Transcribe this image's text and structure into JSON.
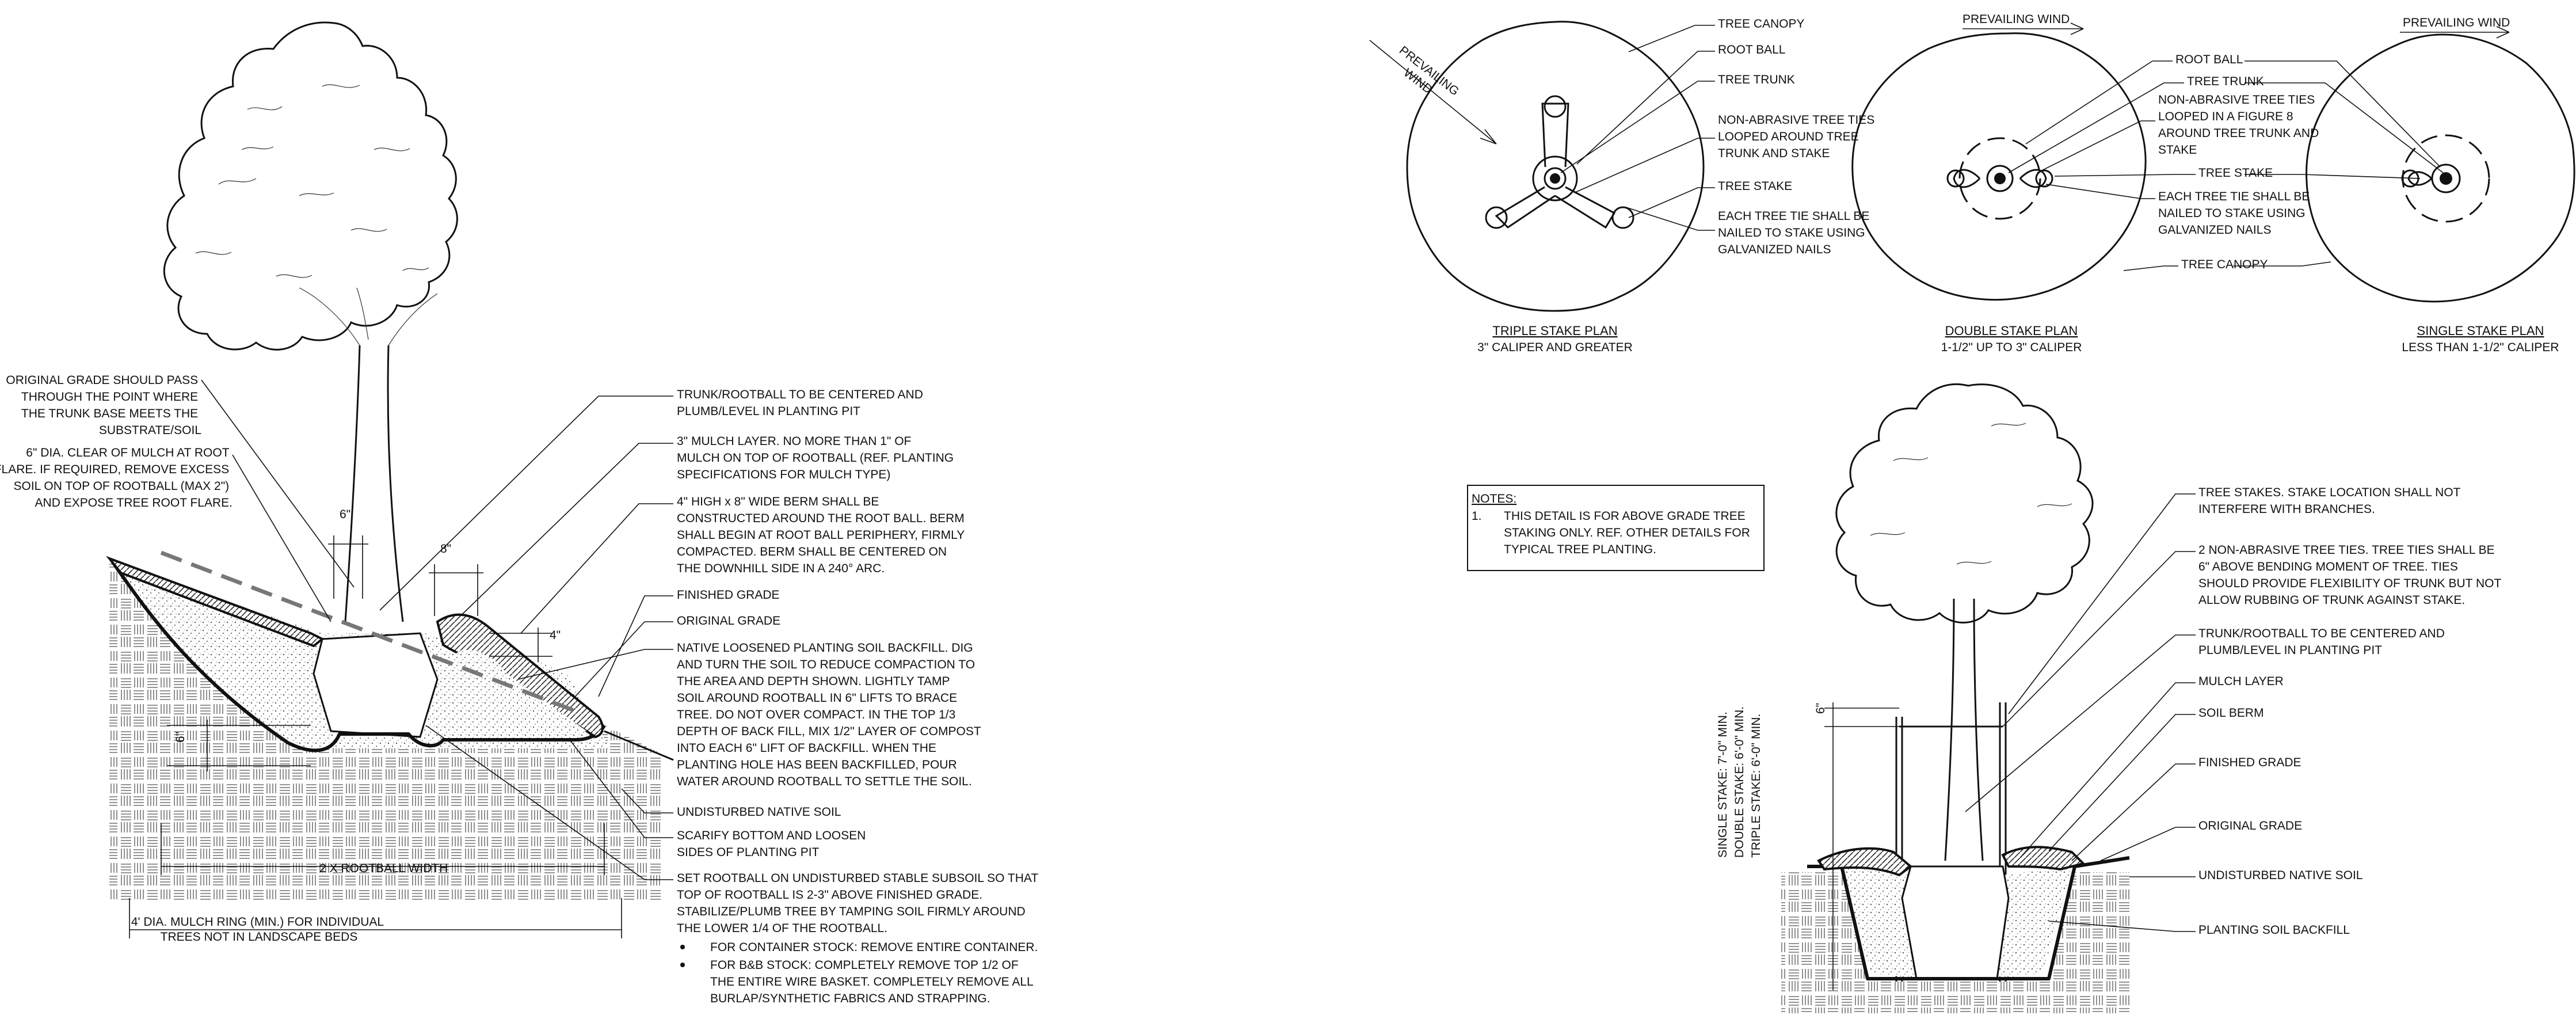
{
  "left_detail": {
    "labels": {
      "orig_grade": [
        "ORIGINAL GRADE SHOULD PASS",
        "THROUGH THE POINT  WHERE",
        "THE TRUNK BASE MEETS THE",
        "SUBSTRATE/SOIL"
      ],
      "mulch_clear": [
        "6\" DIA. CLEAR OF MULCH AT ROOT",
        "FLARE. IF REQUIRED, REMOVE EXCESS",
        "SOIL ON TOP OF ROOTBALL (MAX 2\")",
        "AND EXPOSE TREE ROOT FLARE."
      ],
      "trunk_center": [
        "TRUNK/ROOTBALL TO BE CENTERED AND",
        "PLUMB/LEVEL IN PLANTING PIT"
      ],
      "mulch_layer": [
        "3\" MULCH LAYER. NO MORE THAN 1\" OF",
        "MULCH ON TOP OF ROOTBALL (REF. PLANTING",
        "SPECIFICATIONS FOR MULCH TYPE)"
      ],
      "berm": [
        "4\" HIGH x 8\" WIDE BERM SHALL BE",
        "CONSTRUCTED AROUND THE ROOT BALL. BERM",
        "SHALL BEGIN AT ROOT BALL PERIPHERY, FIRMLY",
        "COMPACTED. BERM SHALL BE CENTERED ON",
        "THE DOWNHILL SIDE IN A 240° ARC."
      ],
      "finished_grade": [
        "FINISHED GRADE"
      ],
      "original_grade": [
        "ORIGINAL GRADE"
      ],
      "backfill": [
        "NATIVE LOOSENED PLANTING SOIL BACKFILL. DIG",
        "AND TURN THE SOIL TO REDUCE COMPACTION TO",
        "THE AREA AND DEPTH SHOWN. LIGHTLY TAMP",
        "SOIL AROUND ROOTBALL IN 6\" LIFTS TO BRACE",
        "TREE. DO NOT OVER COMPACT. IN THE TOP 1/3",
        "DEPTH OF BACK FILL, MIX 1/2\" LAYER OF COMPOST",
        "INTO EACH 6\" LIFT OF BACKFILL. WHEN THE",
        "PLANTING HOLE HAS BEEN BACKFILLED, POUR",
        "WATER AROUND ROOTBALL TO SETTLE THE SOIL."
      ],
      "undisturbed": [
        "UNDISTURBED NATIVE SOIL"
      ],
      "scarify": [
        "SCARIFY BOTTOM AND LOOSEN",
        "SIDES OF PLANTING PIT"
      ],
      "set_rootball": [
        "SET ROOTBALL ON UNDISTURBED STABLE SUBSOIL SO THAT",
        "TOP OF ROOTBALL IS 2-3\" ABOVE FINISHED GRADE.",
        "STABILIZE/PLUMB TREE BY TAMPING SOIL FIRMLY AROUND",
        "THE LOWER 1/4 OF THE ROOTBALL."
      ],
      "bullet1": [
        "FOR CONTAINER STOCK: REMOVE ENTIRE CONTAINER."
      ],
      "bullet2": [
        "FOR B&B STOCK: COMPLETELY REMOVE TOP 1/2 OF",
        "THE ENTIRE WIRE BASKET. COMPLETELY REMOVE ALL",
        "BURLAP/SYNTHETIC FABRICS AND STRAPPING."
      ],
      "rootball_width": "2 X ROOTBALL WIDTH",
      "mulch_ring": [
        "4' DIA. MULCH RING (MIN.) FOR INDIVIDUAL",
        "TREES NOT IN LANDSCAPE BEDS"
      ],
      "dim_6a": "6\"",
      "dim_8": "8\"",
      "dim_4": "4\"",
      "dim_6b": "6\""
    }
  },
  "plans": {
    "prevailing_wind_1": [
      "PREVAILING",
      "WIND"
    ],
    "prevailing_wind_2": "PREVAILING WIND",
    "prevailing_wind_3": "PREVAILING WIND",
    "triple_labels": {
      "canopy": "TREE CANOPY",
      "root_ball": "ROOT BALL",
      "trunk": "TREE TRUNK",
      "ties": [
        "NON-ABRASIVE TREE TIES",
        "LOOPED  AROUND TREE",
        "TRUNK AND STAKE"
      ],
      "stake": "TREE STAKE",
      "nailed": [
        "EACH TREE TIE SHALL BE",
        "NAILED TO STAKE USING",
        "GALVANIZED NAILS"
      ]
    },
    "double_labels": {
      "root_ball": "ROOT BALL",
      "trunk": "TREE TRUNK",
      "ties": [
        "NON-ABRASIVE TREE TIES",
        "LOOPED IN A FIGURE 8",
        "AROUND TREE TRUNK AND",
        "STAKE"
      ],
      "stake": "TREE STAKE",
      "nailed": [
        "EACH TREE TIE SHALL BE",
        "NAILED TO STAKE USING",
        "GALVANIZED NAILS"
      ],
      "canopy": "TREE CANOPY"
    },
    "triple_title": "TRIPLE STAKE PLAN",
    "triple_sub": "3\" CALIPER AND GREATER",
    "double_title": "DOUBLE STAKE PLAN",
    "double_sub": "1-1/2\" UP TO 3\" CALIPER",
    "single_title": "SINGLE STAKE PLAN",
    "single_sub": "LESS THAN 1-1/2\" CALIPER"
  },
  "notes": {
    "heading": "NOTES:",
    "number": "1.",
    "lines": [
      "THIS DETAIL IS FOR ABOVE GRADE TREE",
      "STAKING ONLY. REF. OTHER DETAILS FOR",
      "TYPICAL TREE PLANTING."
    ]
  },
  "staking_detail": {
    "labels": {
      "stakes": [
        "TREE STAKES. STAKE LOCATION SHALL NOT",
        "INTERFERE WITH BRANCHES."
      ],
      "ties": [
        "2 NON-ABRASIVE TREE TIES. TREE TIES SHALL BE",
        "6\" ABOVE BENDING MOMENT OF TREE. TIES",
        "SHOULD PROVIDE FLEXIBILITY OF TRUNK BUT NOT",
        "ALLOW RUBBING OF TRUNK AGAINST STAKE."
      ],
      "trunk": [
        "TRUNK/ROOTBALL TO BE CENTERED AND",
        "PLUMB/LEVEL IN PLANTING PIT"
      ],
      "mulch": [
        "MULCH LAYER"
      ],
      "berm": [
        "SOIL BERM"
      ],
      "finished": [
        "FINISHED GRADE"
      ],
      "original": [
        "ORIGINAL GRADE"
      ],
      "undisturbed": [
        "UNDISTURBED NATIVE SOIL"
      ],
      "backfill": [
        "PLANTING SOIL BACKFILL"
      ]
    },
    "vertical_dims": [
      "SINGLE STAKE: 7'-0\" MIN.",
      "DOUBLE STAKE: 6'-0\" MIN.",
      "TRIPLE STAKE: 6'-0\" MIN."
    ],
    "dim_6": "6\""
  }
}
